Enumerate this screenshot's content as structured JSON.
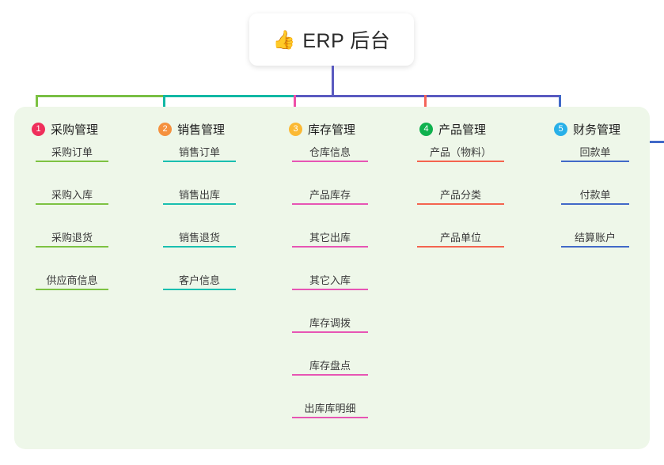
{
  "page": {
    "background": "#ffffff",
    "panel_color": "#eef7e9"
  },
  "root": {
    "icon": "thumbs-up-icon",
    "icon_glyph": "👍",
    "title": "ERP 后台",
    "stem_color": "#5a5ac0"
  },
  "bus": {
    "segments": [
      {
        "name": "segment-green",
        "color": "#79bf43"
      },
      {
        "name": "segment-teal",
        "color": "#12b8a4"
      },
      {
        "name": "segment-purple",
        "color": "#5a5ac0"
      }
    ]
  },
  "columns": [
    {
      "number": "1",
      "title": "采购管理",
      "badge_color": "#ef2f5b",
      "rule_color": "#7dc242",
      "line_color": "#7dc242",
      "drop_color": "#7dc242",
      "items": [
        "采购订单",
        "采购入库",
        "采购退货",
        "供应商信息"
      ]
    },
    {
      "number": "2",
      "title": "销售管理",
      "badge_color": "#f5913e",
      "rule_color": "#19bfb0",
      "line_color": "#5bc8bd",
      "drop_color": "#12b8a4",
      "items": [
        "销售订单",
        "销售出库",
        "销售退货",
        "客户信息"
      ]
    },
    {
      "number": "3",
      "title": "库存管理",
      "badge_color": "#fbb934",
      "rule_color": "#e755b4",
      "line_color": "#ef7fbe",
      "drop_color": "#ef4fa8",
      "items": [
        "仓库信息",
        "产品库存",
        "其它出库",
        "其它入库",
        "库存调拨",
        "库存盘点",
        "出库库明细"
      ]
    },
    {
      "number": "4",
      "title": "产品管理",
      "badge_color": "#0fb14e",
      "rule_color": "#f4644f",
      "line_color": "#f59084",
      "drop_color": "#f4645a",
      "items": [
        "产品（物料）",
        "产品分类",
        "产品单位"
      ]
    },
    {
      "number": "5",
      "title": "财务管理",
      "badge_color": "#28b0e8",
      "rule_color": "#4169c8",
      "line_color": "#8aa3dd",
      "drop_color": "#4169c8",
      "items": [
        "回款单",
        "付款单",
        "结算账户"
      ]
    }
  ]
}
